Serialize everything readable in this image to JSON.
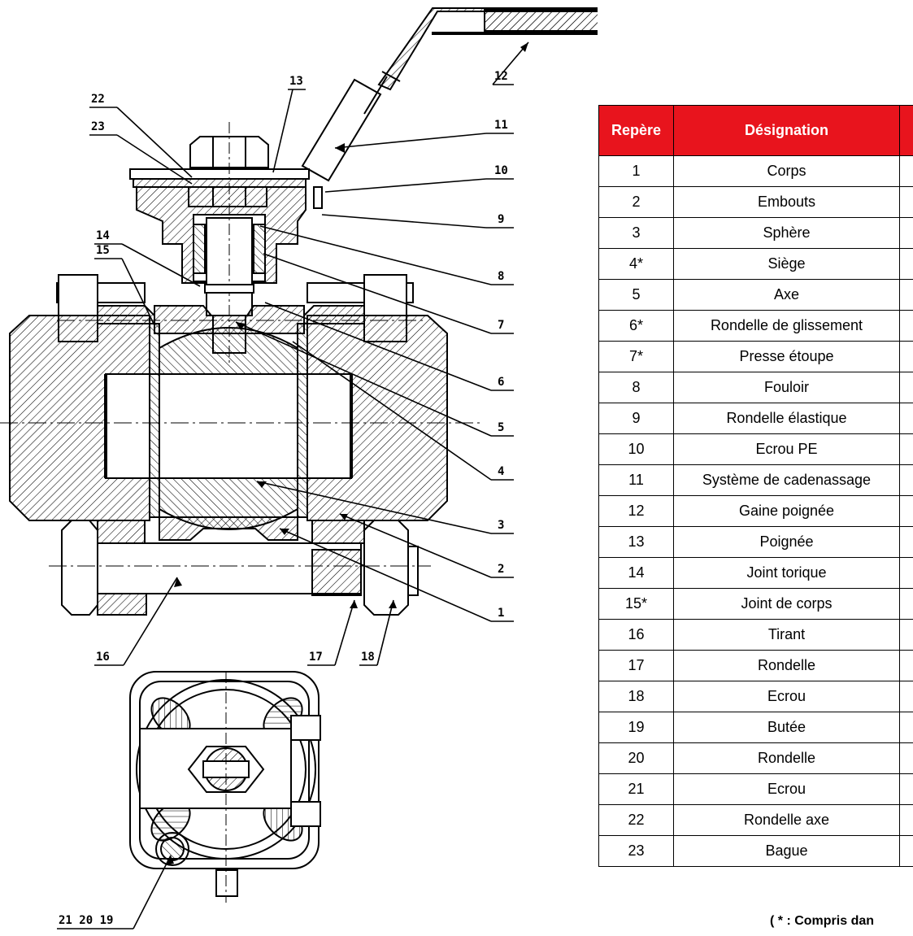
{
  "table": {
    "headers": [
      "Repère",
      "Désignation",
      ""
    ],
    "rows": [
      {
        "rep": "1",
        "des": "Corps"
      },
      {
        "rep": "2",
        "des": "Embouts"
      },
      {
        "rep": "3",
        "des": "Sphère"
      },
      {
        "rep": "4*",
        "des": "Siège"
      },
      {
        "rep": "5",
        "des": "Axe"
      },
      {
        "rep": "6*",
        "des": "Rondelle de glissement"
      },
      {
        "rep": "7*",
        "des": "Presse étoupe"
      },
      {
        "rep": "8",
        "des": "Fouloir"
      },
      {
        "rep": "9",
        "des": "Rondelle élastique"
      },
      {
        "rep": "10",
        "des": "Ecrou PE"
      },
      {
        "rep": "11",
        "des": "Système de cadenassage"
      },
      {
        "rep": "12",
        "des": "Gaine poignée"
      },
      {
        "rep": "13",
        "des": "Poignée"
      },
      {
        "rep": "14",
        "des": "Joint torique"
      },
      {
        "rep": "15*",
        "des": "Joint de corps"
      },
      {
        "rep": "16",
        "des": "Tirant"
      },
      {
        "rep": "17",
        "des": "Rondelle"
      },
      {
        "rep": "18",
        "des": "Ecrou"
      },
      {
        "rep": "19",
        "des": "Butée"
      },
      {
        "rep": "20",
        "des": "Rondelle"
      },
      {
        "rep": "21",
        "des": "Ecrou"
      },
      {
        "rep": "22",
        "des": "Rondelle axe"
      },
      {
        "rep": "23",
        "des": "Bague"
      }
    ],
    "header_color": "#e8141d"
  },
  "footnote": "( * : Compris dan",
  "callouts": {
    "c1": "1",
    "c2": "2",
    "c3": "3",
    "c4": "4",
    "c5": "5",
    "c6": "6",
    "c7": "7",
    "c8": "8",
    "c9": "9",
    "c10": "10",
    "c11": "11",
    "c12": "12",
    "c13": "13",
    "c14": "14",
    "c15": "15",
    "c16": "16",
    "c17": "17",
    "c18": "18",
    "c22": "22",
    "c23": "23",
    "c21_20_19": "21 20 19"
  }
}
